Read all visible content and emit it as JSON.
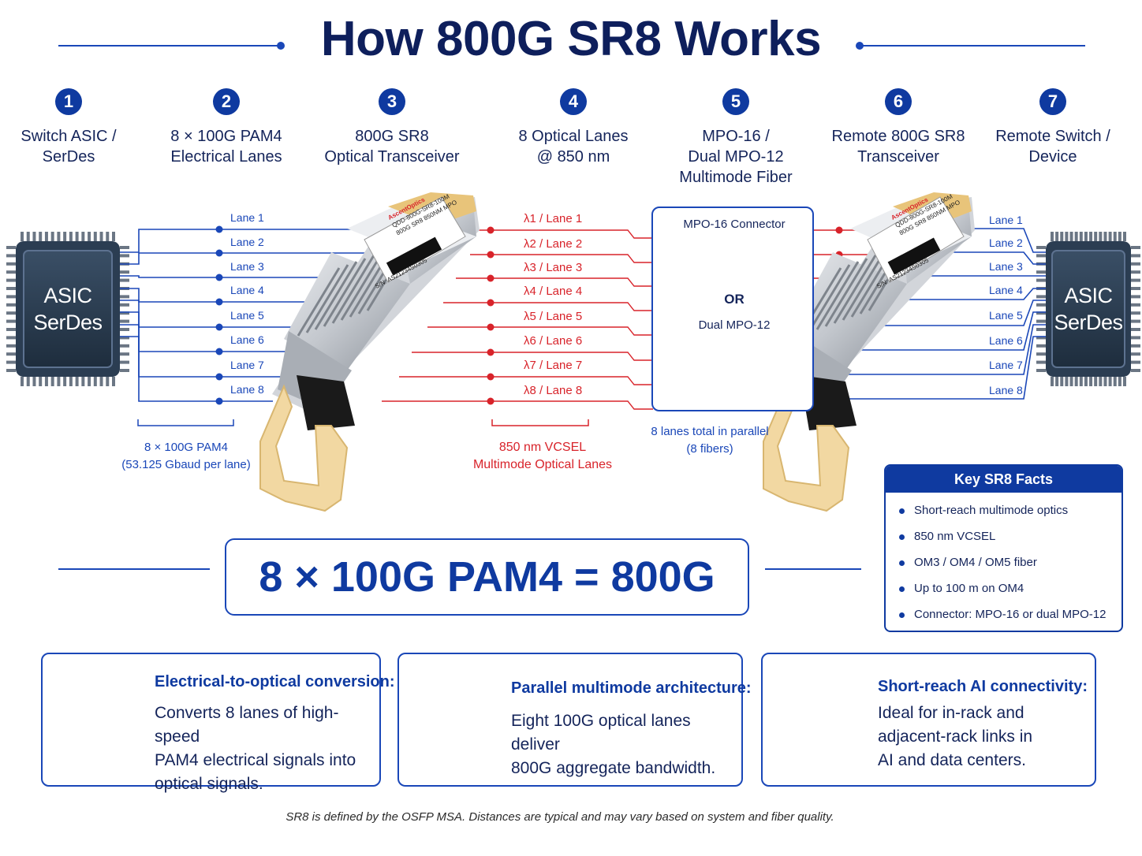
{
  "title": "How 800G SR8 Works",
  "steps": [
    {
      "num": "1",
      "label": "Switch ASIC /\nSerDes"
    },
    {
      "num": "2",
      "label": "8 × 100G PAM4\nElectrical Lanes"
    },
    {
      "num": "3",
      "label": "800G SR8\nOptical Transceiver"
    },
    {
      "num": "4",
      "label": "8 Optical Lanes\n@ 850 nm"
    },
    {
      "num": "5",
      "label": "MPO-16 /\nDual MPO-12\nMultimode Fiber"
    },
    {
      "num": "6",
      "label": "Remote 800G SR8\nTransceiver"
    },
    {
      "num": "7",
      "label": "Remote Switch /\nDevice"
    }
  ],
  "asic_left": {
    "line1": "ASIC",
    "line2": "SerDes"
  },
  "asic_right": {
    "line1": "ASIC",
    "line2": "SerDes"
  },
  "lanes_left": [
    "Lane 1",
    "Lane 2",
    "Lane 3",
    "Lane 4",
    "Lane 5",
    "Lane 6",
    "Lane 7",
    "Lane 8"
  ],
  "lanes_right": [
    "Lane 1",
    "Lane 2",
    "Lane 3",
    "Lane 4",
    "Lane 5",
    "Lane 6",
    "Lane 7",
    "Lane 8"
  ],
  "lambda_lanes": [
    "λ1 / Lane 1",
    "λ2 / Lane 2",
    "λ3 / Lane 3",
    "λ4 / Lane 4",
    "λ5 / Lane 5",
    "λ6 / Lane 6",
    "λ7 / Lane 7",
    "λ8 / Lane 8"
  ],
  "caption_electrical": {
    "line1": "8 × 100G PAM4",
    "line2": "(53.125 Gbaud per lane)"
  },
  "caption_optical": {
    "line1": "850 nm VCSEL",
    "line2": "Multimode Optical Lanes"
  },
  "caption_parallel": {
    "line1": "8 lanes total in parallel",
    "line2": "(8 fibers)"
  },
  "mpo": {
    "connector16": "MPO-16 Connector",
    "or": "OR",
    "dual12": "Dual MPO-12"
  },
  "transceiver_left": {
    "brand": "AscentOptics",
    "model": "QDD-800G-SR8-100M",
    "desc": "800G SR8 850NM MPO",
    "serial": "S/N: AS21234S0305"
  },
  "transceiver_right": {
    "brand": "AscentOptics",
    "model": "QDD-800G-SR8-100M",
    "desc": "800G SR8 850NM MPO",
    "serial": "S/N: AS21234S0305"
  },
  "formula": "8 × 100G PAM4 = 800G",
  "facts": {
    "title": "Key SR8 Facts",
    "items": [
      "Short-reach multimode optics",
      "850 nm VCSEL",
      "OM3 / OM4 / OM5 fiber",
      "Up to 100 m on OM4",
      "Connector: MPO-16 or dual MPO-12"
    ]
  },
  "cards": [
    {
      "title": "Electrical-to-optical conversion:",
      "body": "Converts 8 lanes of high-speed\nPAM4 electrical signals into\noptical signals.",
      "icon": "lightning-icon"
    },
    {
      "title": "Parallel multimode architecture:",
      "body": "Eight 100G optical lanes deliver\n800G aggregate bandwidth.",
      "icon": "parallel-waves-icon"
    },
    {
      "title": "Short-reach AI connectivity:",
      "body": "Ideal for in-rack and\nadjacent-rack links in\nAI and data centers.",
      "icon": "server-rack-icon"
    }
  ],
  "footnote": "SR8 is defined by the OSFP MSA. Distances are typical and may vary based on system and fiber quality.",
  "colors": {
    "navy": "#0e1f5c",
    "blue": "#1a47b8",
    "accent": "#0f3aa0",
    "red": "#d8232a",
    "teal": "#3cb8c4",
    "tab": "#f2d8a2"
  }
}
